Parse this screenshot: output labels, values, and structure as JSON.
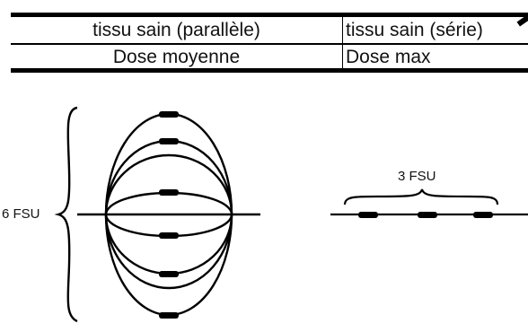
{
  "table": {
    "row1": {
      "col1": "tissu sain (parallèle)",
      "col2": "tissu sain (série)"
    },
    "row2": {
      "col1": "Dose moyenne",
      "col2": "Dose max"
    }
  },
  "diagram": {
    "parallel_label": "6 FSU",
    "serial_label": "3 FSU"
  }
}
